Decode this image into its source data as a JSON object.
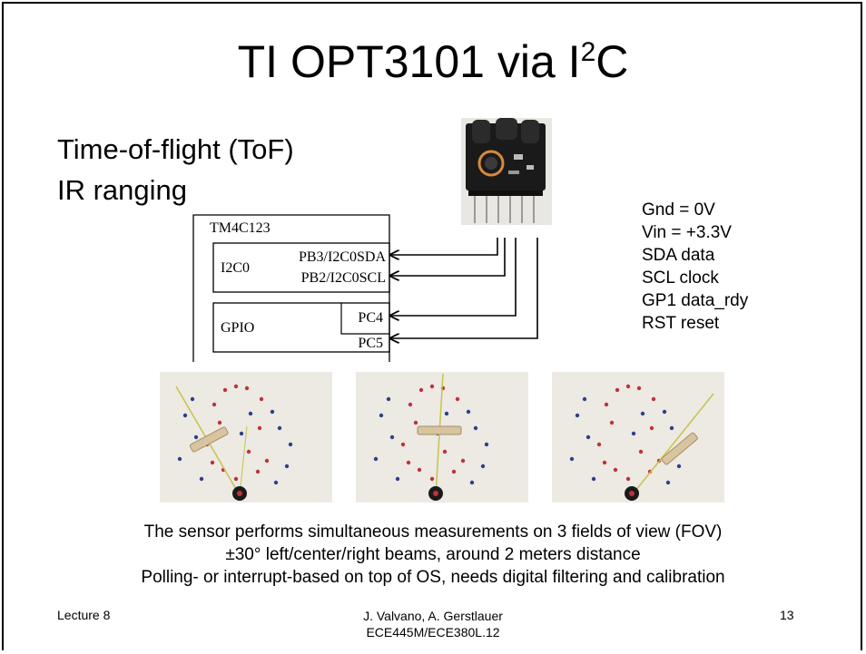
{
  "slide": {
    "title_main": "TI OPT3101 via I",
    "title_sup": "2",
    "title_end": "C",
    "subtitle_lines": [
      "Time-of-flight (ToF)",
      "IR ranging"
    ]
  },
  "pins": [
    "Gnd = 0V",
    "Vin = +3.3V",
    "SDA data",
    "SCL clock",
    "GP1 data_rdy",
    "RST reset"
  ],
  "diagram": {
    "chip": "TM4C123",
    "i2c_block": "I2C0",
    "sda_pin": "PB3/I2C0SDA",
    "scl_pin": "PB2/I2C0SCL",
    "gpio_block": "GPIO",
    "gpio_pin_1": "PC4",
    "gpio_pin_2": "PC5"
  },
  "description": [
    "The sensor performs simultaneous measurements on 3 fields of view (FOV)",
    "±30° left/center/right beams, around 2 meters distance",
    "Polling- or interrupt-based on top of OS, needs digital filtering and calibration"
  ],
  "footer": {
    "left": "Lecture 8",
    "center_line1": "J. Valvano, A. Gerstlauer",
    "center_line2": "ECE445M/ECE380L.12",
    "page_number": "13"
  },
  "colors": {
    "dot_red": "#c0313a",
    "dot_blue": "#2f3f8a",
    "beam": "#c9c24a",
    "board": "#1a1a1a"
  }
}
